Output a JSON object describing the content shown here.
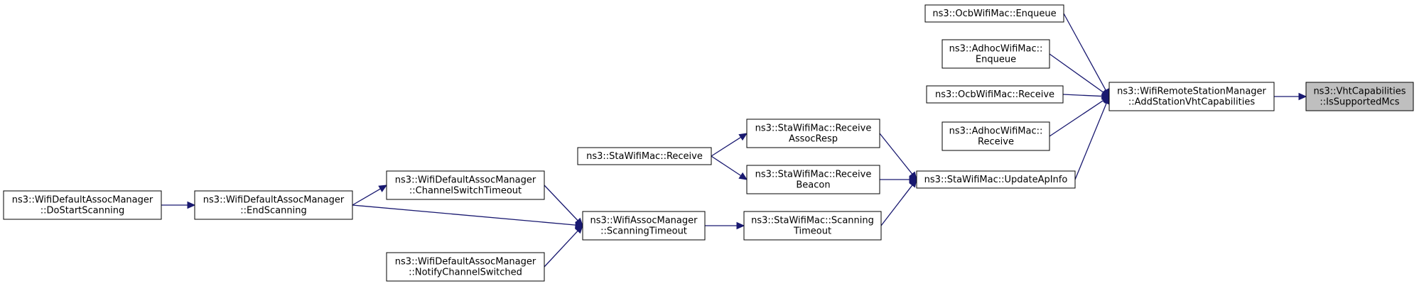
{
  "nodes": [
    {
      "id": "vht",
      "lines": [
        "ns3::VhtCapabilities",
        "::IsSupportedMcs"
      ],
      "highlight": true
    },
    {
      "id": "addvht",
      "lines": [
        "ns3::WifiRemoteStationManager",
        "::AddStationVhtCapabilities"
      ]
    },
    {
      "id": "ocb_enq",
      "lines": [
        "ns3::OcbWifiMac::Enqueue"
      ]
    },
    {
      "id": "adhoc_enq",
      "lines": [
        "ns3::AdhocWifiMac::",
        "Enqueue"
      ]
    },
    {
      "id": "ocb_recv",
      "lines": [
        "ns3::OcbWifiMac::Receive"
      ]
    },
    {
      "id": "adhoc_recv",
      "lines": [
        "ns3::AdhocWifiMac::",
        "Receive"
      ]
    },
    {
      "id": "update_ap",
      "lines": [
        "ns3::StaWifiMac::UpdateApInfo"
      ]
    },
    {
      "id": "recv_assoc",
      "lines": [
        "ns3::StaWifiMac::Receive",
        "AssocResp"
      ]
    },
    {
      "id": "recv_beacon",
      "lines": [
        "ns3::StaWifiMac::Receive",
        "Beacon"
      ]
    },
    {
      "id": "scan_timeout_sta",
      "lines": [
        "ns3::StaWifiMac::Scanning",
        "Timeout"
      ]
    },
    {
      "id": "sta_recv",
      "lines": [
        "ns3::StaWifiMac::Receive"
      ]
    },
    {
      "id": "assoc_scan_timeout",
      "lines": [
        "ns3::WifiAssocManager",
        "::ScanningTimeout"
      ]
    },
    {
      "id": "chan_switch_timeout",
      "lines": [
        "ns3::WifiDefaultAssocManager",
        "::ChannelSwitchTimeout"
      ]
    },
    {
      "id": "notify_chan",
      "lines": [
        "ns3::WifiDefaultAssocManager",
        "::NotifyChannelSwitched"
      ]
    },
    {
      "id": "end_scan",
      "lines": [
        "ns3::WifiDefaultAssocManager",
        "::EndScanning"
      ]
    },
    {
      "id": "do_start_scan",
      "lines": [
        "ns3::WifiDefaultAssocManager",
        "::DoStartScanning"
      ]
    }
  ],
  "edges": [
    {
      "from": "addvht",
      "to": "vht"
    },
    {
      "from": "ocb_enq",
      "to": "addvht"
    },
    {
      "from": "adhoc_enq",
      "to": "addvht"
    },
    {
      "from": "ocb_recv",
      "to": "addvht"
    },
    {
      "from": "adhoc_recv",
      "to": "addvht"
    },
    {
      "from": "update_ap",
      "to": "addvht"
    },
    {
      "from": "recv_assoc",
      "to": "update_ap"
    },
    {
      "from": "recv_beacon",
      "to": "update_ap"
    },
    {
      "from": "scan_timeout_sta",
      "to": "update_ap"
    },
    {
      "from": "sta_recv",
      "to": "recv_assoc"
    },
    {
      "from": "sta_recv",
      "to": "recv_beacon"
    },
    {
      "from": "assoc_scan_timeout",
      "to": "scan_timeout_sta"
    },
    {
      "from": "chan_switch_timeout",
      "to": "assoc_scan_timeout"
    },
    {
      "from": "end_scan",
      "to": "assoc_scan_timeout"
    },
    {
      "from": "notify_chan",
      "to": "assoc_scan_timeout"
    },
    {
      "from": "end_scan",
      "to": "chan_switch_timeout"
    },
    {
      "from": "do_start_scan",
      "to": "end_scan"
    }
  ],
  "colors": {
    "edge": "#191970",
    "highlight_fill": "#bfbfbf",
    "node_fill": "#ffffff"
  }
}
